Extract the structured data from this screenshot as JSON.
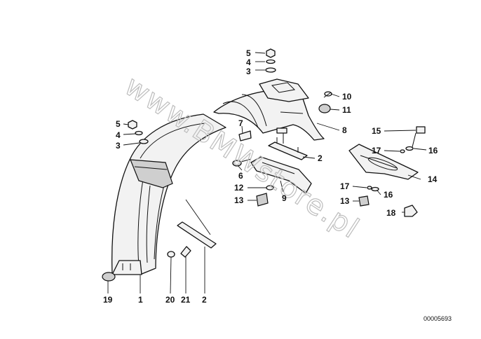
{
  "watermark": "www.BMWstore.pl",
  "document_number": "00005693",
  "callouts": {
    "c1": "1",
    "c2a": "2",
    "c2b": "2",
    "c3a": "3",
    "c3b": "3",
    "c4a": "4",
    "c4b": "4",
    "c5a": "5",
    "c5b": "5",
    "c6": "6",
    "c7": "7",
    "c8": "8",
    "c9": "9",
    "c10": "10",
    "c11": "11",
    "c12": "12",
    "c13a": "13",
    "c13b": "13",
    "c14": "14",
    "c15": "15",
    "c16a": "16",
    "c16b": "16",
    "c17a": "17",
    "c17b": "17",
    "c18": "18",
    "c19": "19",
    "c20": "20",
    "c21": "21"
  }
}
